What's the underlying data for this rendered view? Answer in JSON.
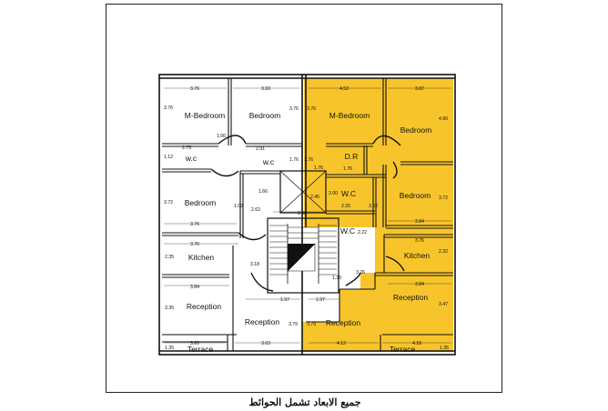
{
  "caption": "جميع الابعاد تشمل الحوائط",
  "colors": {
    "highlight": "#f7c52b",
    "wall": "#111111",
    "background": "#ffffff"
  },
  "rooms": {
    "m_bedroom_left": "M-Bedroom",
    "bedroom_top_left": "Bedroom",
    "wc_left_small": "w.c",
    "wc_left_mid": "w.c",
    "bedroom_mid_left": "Bedroom",
    "kitchen_left": "Kitchen",
    "reception_left": "Reception",
    "reception_center_left": "Reception",
    "terrace_left": "Terrace",
    "m_bedroom_right": "M-Bedroom",
    "bedroom_top_right": "Bedroom",
    "dr": "D.R",
    "wc_right": "W.C",
    "bedroom_mid_right": "Bedroom",
    "wc_right_small": "W.C",
    "kitchen_right": "Kitchen",
    "reception_right": "Reception",
    "reception_center_right": "Reception",
    "terrace_right": "Terrace"
  },
  "dims": {
    "d1": "3.76",
    "d2": "3.93",
    "d3": "4.53",
    "d4": "3.87",
    "d5": "3.76",
    "d6": "3.76",
    "d7": "3.76",
    "d8": "4.90",
    "d9": "1.00",
    "d10": "2.75",
    "d11": "1.12",
    "d12": "2.91",
    "d13": "1.76",
    "d14": "1.76",
    "d15": "1.76",
    "d16": "1.76",
    "d17": "3.72",
    "d18": "1.66",
    "d19": "2.45",
    "d20": "2.00",
    "d21": "1.02",
    "d22": "2.62",
    "d23": "2.25",
    "d24": "3.02",
    "d25": "3.72",
    "d26": "2.50",
    "d27": "3.84",
    "d28": "3.76",
    "d29": "3.76",
    "d30": "2.22",
    "d31": "3.76",
    "d32": "2.32",
    "d33": "2.35",
    "d34": "3.18",
    "d35": "3.26",
    "d36": "3.84",
    "d37": "1.30",
    "d38": "3.84",
    "d39": "1.97",
    "d40": "1.97",
    "d41": "3.47",
    "d42": "3.35",
    "d43": "3.79",
    "d44": "3.79",
    "d45": "3.60",
    "d46": "3.63",
    "d47": "4.12",
    "d48": "4.18",
    "d49": "1.35",
    "d50": "1.35"
  }
}
